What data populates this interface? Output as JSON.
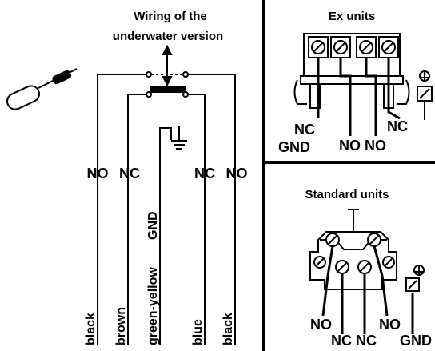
{
  "left_panel": {
    "title_line1": "Wiring of the",
    "title_line2": "underwater version",
    "terminal_labels": [
      "NO",
      "NC",
      "NC",
      "NO"
    ],
    "wire_colors": [
      "black",
      "brown",
      "green-yellow",
      "blue",
      "black"
    ],
    "gnd_label": "GND"
  },
  "ex_units": {
    "title": "Ex units",
    "labels": {
      "nc": "NC",
      "gnd": "GND",
      "no_no": "NO NO",
      "nc_right": "NC"
    }
  },
  "standard_units": {
    "title": "Standard units",
    "labels": {
      "no_left": "NO",
      "nc_nc": "NC NC",
      "no_right": "NO",
      "gnd": "GND"
    }
  },
  "colors": {
    "ink": "#000000",
    "background": "#ffffff"
  }
}
